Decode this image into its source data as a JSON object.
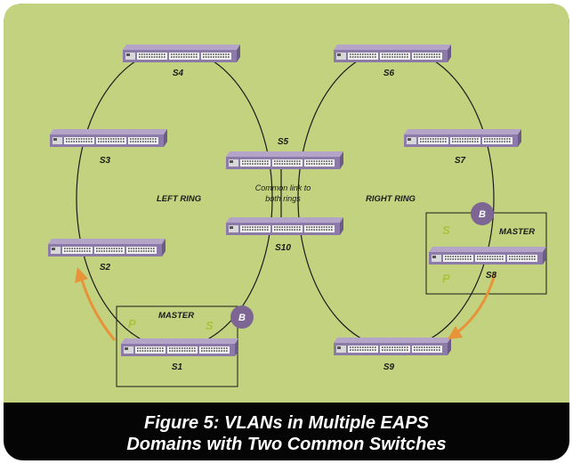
{
  "diagram": {
    "switches": {
      "s1": "S1",
      "s2": "S2",
      "s3": "S3",
      "s4": "S4",
      "s5": "S5",
      "s6": "S6",
      "s7": "S7",
      "s8": "S8",
      "s9": "S9",
      "s10": "S10"
    },
    "rings": {
      "left": "LEFT RING",
      "right": "RIGHT RING"
    },
    "common_link_note": [
      "Common link to",
      "both rings"
    ],
    "masters": {
      "left": {
        "title": "MASTER",
        "primary": "P",
        "secondary": "S",
        "blocked": "B"
      },
      "right": {
        "title": "MASTER",
        "primary": "P",
        "secondary": "S",
        "blocked": "B"
      }
    }
  },
  "caption": {
    "line1": "Figure 5: VLANs in Multiple EAPS",
    "line2": "Domains with Two Common Switches"
  },
  "colors": {
    "background": "#c3d27f",
    "caption_bar": "#050505",
    "switch_body": "#8c7aa8",
    "blocked_badge": "#7d6594",
    "arrow": "#e8933a",
    "port_letters": "#a8c23c",
    "ring_line": "#1a1a1a"
  }
}
